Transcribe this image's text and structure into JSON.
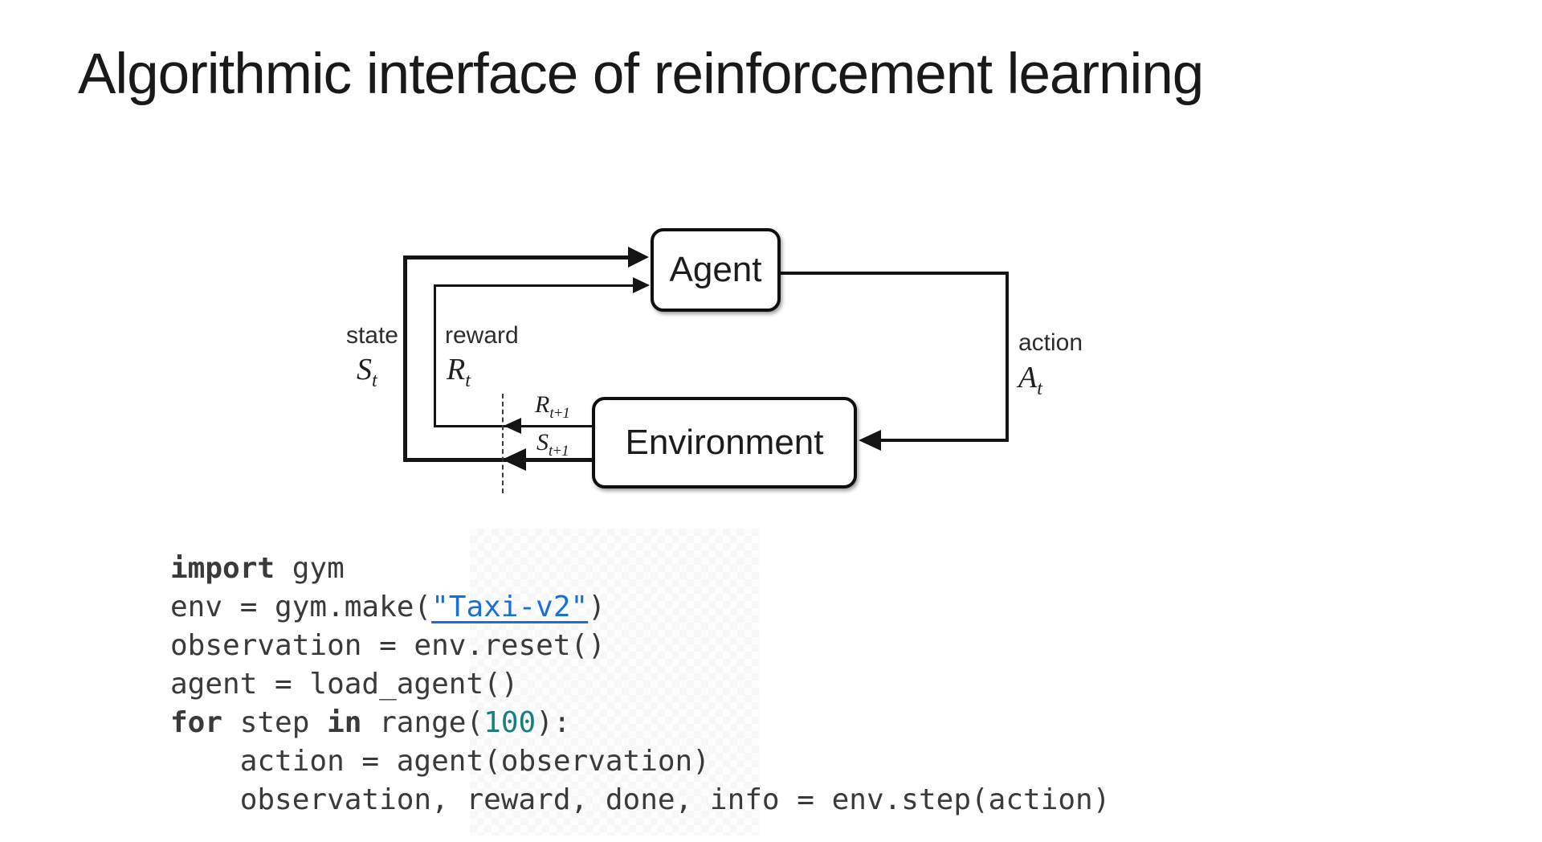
{
  "slide": {
    "title": "Algorithmic interface of reinforcement learning"
  },
  "diagram": {
    "agent_label": "Agent",
    "environment_label": "Environment",
    "state_label": "state",
    "state_symbol": "S",
    "state_sub": "t",
    "reward_label": "reward",
    "reward_symbol": "R",
    "reward_sub": "t",
    "action_label": "action",
    "action_symbol": "A",
    "action_sub": "t",
    "reward_next_symbol": "R",
    "reward_next_sub": "t+1",
    "state_next_symbol": "S",
    "state_next_sub": "t+1"
  },
  "code": {
    "lines": [
      [
        {
          "t": "import",
          "c": "kw"
        },
        {
          "t": " gym"
        }
      ],
      [
        {
          "t": "env = gym.make("
        },
        {
          "t": "\"Taxi-v2\"",
          "c": "link"
        },
        {
          "t": ")"
        }
      ],
      [
        {
          "t": "observation = env.reset()"
        }
      ],
      [
        {
          "t": "agent = load_agent()"
        }
      ],
      [
        {
          "t": "for",
          "c": "kw"
        },
        {
          "t": " step "
        },
        {
          "t": "in",
          "c": "kw"
        },
        {
          "t": " range("
        },
        {
          "t": "100",
          "c": "num"
        },
        {
          "t": "):"
        }
      ],
      [
        {
          "t": "    action = agent(observation)"
        }
      ],
      [
        {
          "t": "    observation, reward, done, info = env.step(action)"
        }
      ]
    ]
  },
  "colors": {
    "link_blue": "#1a6fd4",
    "number_teal": "#17807e",
    "code_gray": "#3a3a3a",
    "line_black": "#141414"
  }
}
